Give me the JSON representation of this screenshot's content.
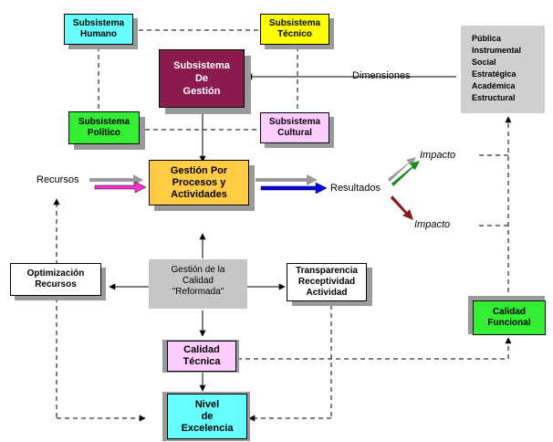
{
  "colors": {
    "cyan": "#66ffff",
    "yellow": "#ffff00",
    "magenta_dark": "#8b1a4e",
    "green": "#33ee33",
    "pink": "#ffccff",
    "orange": "#ffcc44",
    "white": "#ffffff",
    "shadow": "#9a9a9a",
    "arrow_gray": "#999999",
    "arrow_pink": "#ff33cc",
    "arrow_blue": "#0000ee",
    "arrow_green": "#1a8a1a",
    "arrow_red": "#8b1a1a"
  },
  "nodes": {
    "subsistema_humano": "Subsistema\nHumano",
    "subsistema_tecnico": "Subsistema\nTécnico",
    "subsistema_gestion": "Subsistema\nDe\nGestión",
    "subsistema_politico": "Subsistema\nPolítico",
    "subsistema_cultural": "Subsistema\nCultural",
    "dimensiones_list": "Pública\nInstrumental\nSocial\nEstratégica\nAcadémica\nEstructural",
    "gestion_procesos": "Gestión Por\nProcesos y\nActividades",
    "optimizacion": "Optimización\nRecursos",
    "gestion_calidad": "Gestión de la\nCalidad\n\"Reformada\"",
    "transparencia": "Transparencia\nReceptividad\nActividad",
    "calidad_funcional": "Calidad\nFuncional",
    "calidad_tecnica": "Calidad\nTécnica",
    "nivel_excelencia": "Nivel\nde\nExcelencia"
  },
  "labels": {
    "dimensiones": "Dimensiones",
    "recursos": "Recursos",
    "resultados": "Resultados",
    "impacto_up": "Impacto",
    "impacto_down": "Impacto"
  }
}
